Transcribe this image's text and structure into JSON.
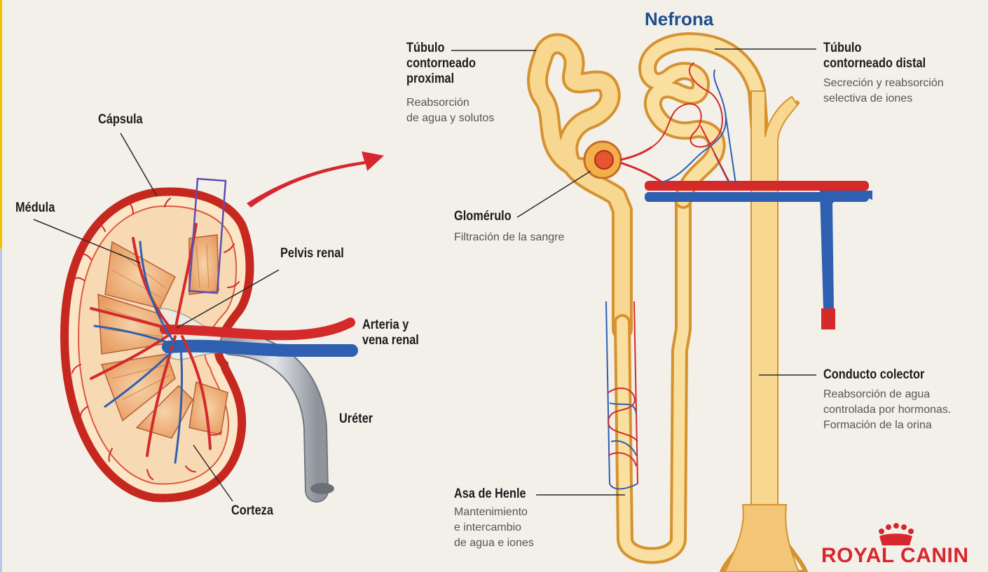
{
  "diagram": {
    "title": "Nefrona",
    "kidney_labels": {
      "capsula": "Cápsula",
      "medula": "Médula",
      "pelvis": "Pelvis renal",
      "arteria": "Arteria y\nvena renal",
      "ureter": "Uréter",
      "corteza": "Corteza"
    },
    "nephron_labels": {
      "proximal": {
        "title": "Túbulo\ncontorneado\nproximal",
        "desc": "Reabsorción\nde agua y solutos"
      },
      "glomerulo": {
        "title": "Glomérulo",
        "desc": "Filtración de la sangre"
      },
      "henle": {
        "title": "Asa de Henle",
        "desc": "Mantenimiento\ne intercambio\nde agua e iones"
      },
      "distal": {
        "title": "Túbulo\ncontorneado distal",
        "desc": "Secreción y reabsorción\nselectiva de iones"
      },
      "colector": {
        "title": "Conducto colector",
        "desc": "Reabsorción de agua\ncontrolada por hormonas.\nFormación de la orina"
      }
    },
    "logo": "ROYAL CANIN",
    "colors": {
      "artery": "#d42a2a",
      "vein": "#2f5fb0",
      "tubule": "#f6cc72",
      "title": "#1e4e8c",
      "logo": "#d8262e",
      "background": "#f3f0ea"
    }
  }
}
